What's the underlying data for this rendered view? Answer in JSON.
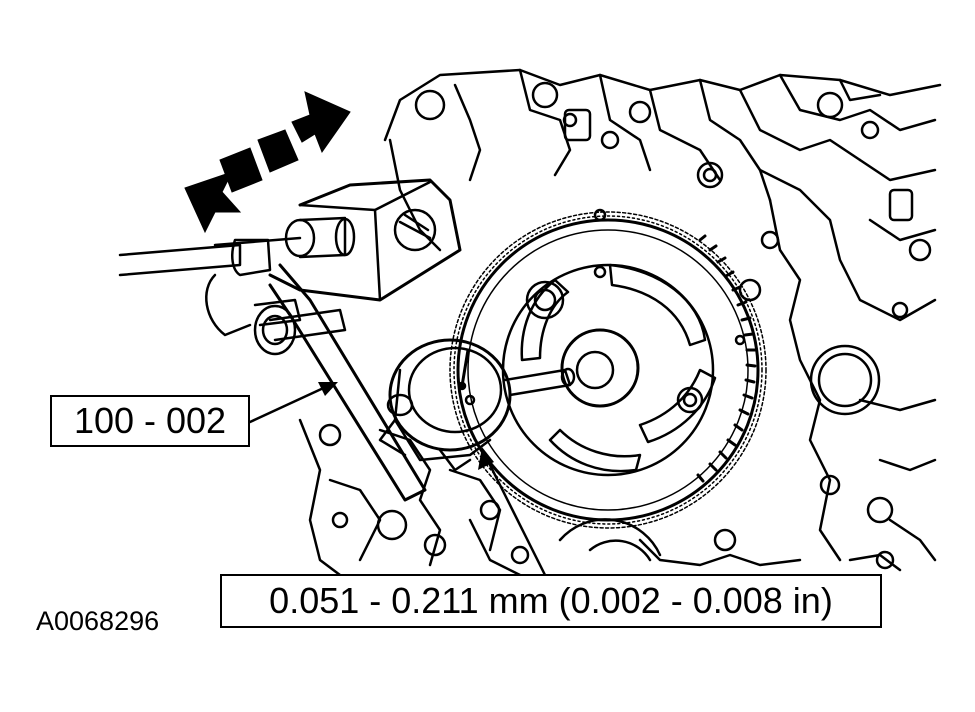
{
  "tool_label": "100 - 002",
  "spec_label": "0.051 - 0.211 mm (0.002 - 0.008 in)",
  "figure_id": "A0068296",
  "colors": {
    "line": "#000000",
    "background": "#ffffff"
  },
  "icons": [
    "double-headed-movement-arrow",
    "dial-indicator",
    "magnetic-base",
    "camshaft-gear",
    "engine-block"
  ]
}
